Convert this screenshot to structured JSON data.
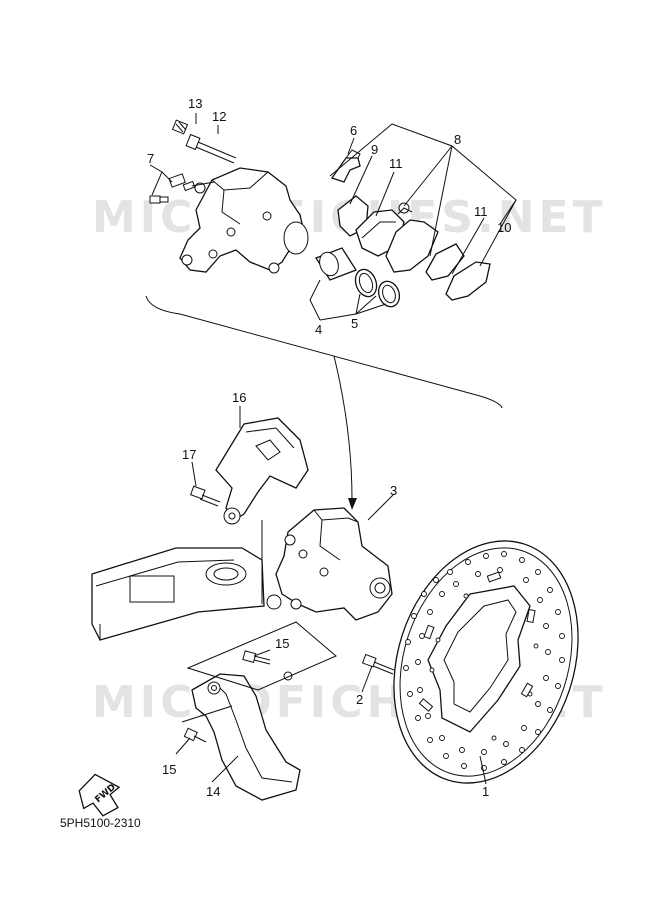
{
  "diagram_code": "5PH5100-2310",
  "watermark": "MICROFICHES.NET",
  "direction_label": "FWD",
  "callouts": {
    "c1": "1",
    "c2": "2",
    "c3": "3",
    "c4": "4",
    "c5": "5",
    "c6": "6",
    "c7": "7",
    "c8": "8",
    "c9": "9",
    "c10": "10",
    "c11a": "11",
    "c11b": "11",
    "c12": "12",
    "c13": "13",
    "c14": "14",
    "c15a": "15",
    "c15b": "15",
    "c16": "16",
    "c17": "17"
  }
}
